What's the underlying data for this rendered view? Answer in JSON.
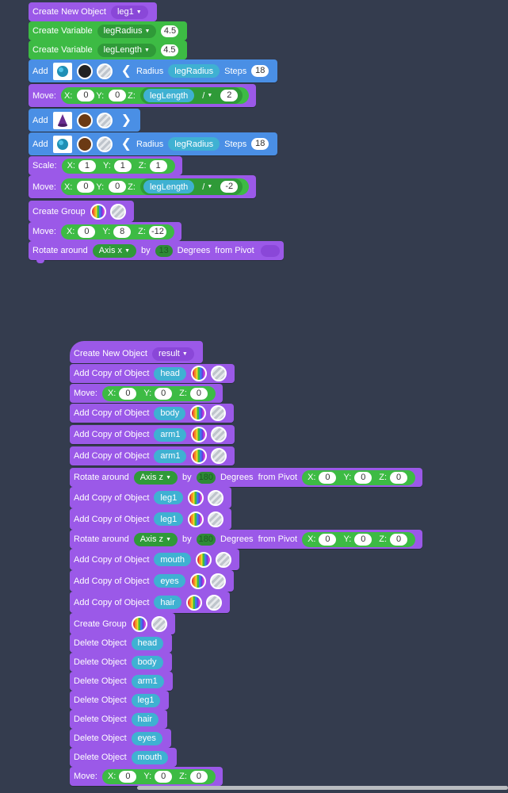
{
  "blocks": {
    "create_new_object_label": "Create New Object",
    "create_variable_label": "Create Variable",
    "add_label": "Add",
    "move_label": "Move:",
    "scale_label": "Scale:",
    "create_group_label": "Create Group",
    "rotate_around_label": "Rotate around",
    "by_label": "by",
    "degrees_label": "Degrees",
    "from_pivot_label": "from Pivot",
    "radius_label": "Radius",
    "steps_label": "Steps",
    "add_copy_label": "Add Copy of Object",
    "delete_object_label": "Delete Object",
    "x_label": "X:",
    "y_label": "Y:",
    "z_label": "Z:"
  },
  "stack1": {
    "object_name": "leg1",
    "var1": {
      "name": "legRadius",
      "value": "4.5"
    },
    "var2": {
      "name": "legLength",
      "value": "4.5"
    },
    "add1": {
      "radius_var": "legRadius",
      "steps": "18"
    },
    "move1": {
      "x": "0",
      "y": "0",
      "z_var": "legLength",
      "op": "/",
      "divisor": "2"
    },
    "add3": {
      "radius_var": "legRadius",
      "steps": "18"
    },
    "scale": {
      "x": "1",
      "y": "1",
      "z": "1"
    },
    "move2": {
      "x": "0",
      "y": "0",
      "z_var": "legLength",
      "op": "/",
      "divisor": "-2"
    },
    "move3": {
      "x": "0",
      "y": "8",
      "z": "-12"
    },
    "rotate": {
      "axis": "Axis x",
      "degrees": "13"
    }
  },
  "stack2": {
    "object_name": "result",
    "copy_head": "head",
    "move1": {
      "x": "0",
      "y": "0",
      "z": "0"
    },
    "copy_body": "body",
    "copy_arm1a": "arm1",
    "copy_arm1b": "arm1",
    "rotate1": {
      "axis": "Axis z",
      "degrees": "180",
      "x": "0",
      "y": "0",
      "z": "0"
    },
    "copy_leg1a": "leg1",
    "copy_leg1b": "leg1",
    "rotate2": {
      "axis": "Axis z",
      "degrees": "180",
      "x": "0",
      "y": "0",
      "z": "0"
    },
    "copy_mouth": "mouth",
    "copy_eyes": "eyes",
    "copy_hair": "hair",
    "delete": [
      "head",
      "body",
      "arm1",
      "leg1",
      "hair",
      "eyes",
      "mouth"
    ],
    "move_last": {
      "x": "0",
      "y": "0",
      "z": "0"
    }
  },
  "icons": [
    "sphere-icon",
    "cone-icon",
    "chevron-left-icon",
    "chevron-right-icon",
    "dropdown-arrow-icon",
    "color-swatch-icon",
    "no-texture-icon"
  ],
  "colors": {
    "background": "#343c4e",
    "purple_block": "#9b59e8",
    "green_block": "#3dbb44",
    "blue_block": "#4a8fe5",
    "variable_pill": "#3fb1d2"
  }
}
